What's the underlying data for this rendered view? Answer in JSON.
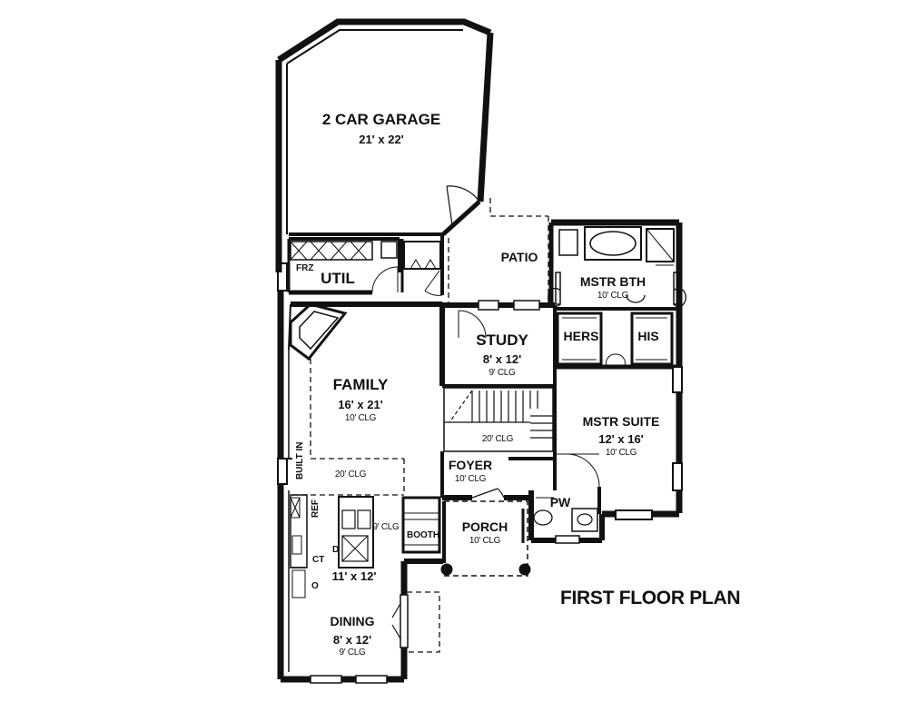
{
  "plan_title": "FIRST FLOOR PLAN",
  "rooms": {
    "garage": {
      "name": "2 CAR GARAGE",
      "dim": "21' x 22'"
    },
    "util": {
      "name": "UTIL"
    },
    "patio": {
      "name": "PATIO"
    },
    "mstr_bath": {
      "name": "MSTR BTH",
      "clg": "10' CLG"
    },
    "hers": {
      "name": "HERS"
    },
    "his": {
      "name": "HIS"
    },
    "study": {
      "name": "STUDY",
      "dim": "8' x 12'",
      "clg": "9' CLG"
    },
    "family": {
      "name": "FAMILY",
      "dim": "16' x 21'",
      "clg": "10' CLG"
    },
    "mstr_suite": {
      "name": "MSTR SUITE",
      "dim": "12' x 16'",
      "clg": "10' CLG"
    },
    "stair": {
      "clg": "20' CLG"
    },
    "foyer": {
      "name": "FOYER",
      "clg": "10' CLG"
    },
    "pw": {
      "name": "PW"
    },
    "porch": {
      "name": "PORCH",
      "clg": "10' CLG"
    },
    "kitchen": {
      "dim": "11' x 12'",
      "clg": "9' CLG"
    },
    "dining": {
      "name": "DINING",
      "dim": "8' x 12'",
      "clg": "9' CLG"
    },
    "family_open": {
      "clg": "20' CLG"
    }
  },
  "labels": {
    "frz": "FRZ",
    "built_in": "BUILT IN",
    "ref": "REF",
    "ct": "CT",
    "d": "D",
    "o": "O",
    "booth": "BOOTH"
  },
  "colors": {
    "wall": "#111111",
    "line": "#222222"
  }
}
